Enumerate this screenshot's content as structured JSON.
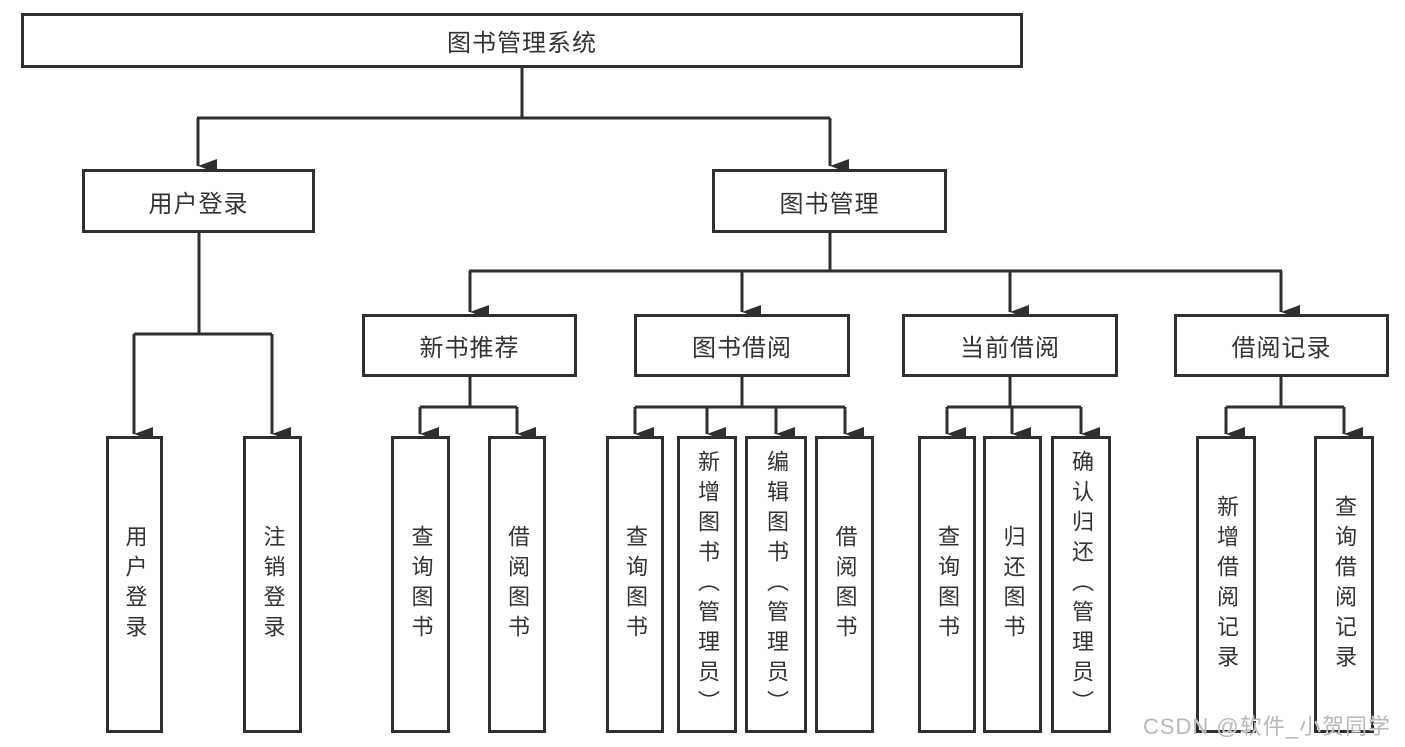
{
  "diagram": {
    "title": "图书管理系统",
    "branches": [
      {
        "label": "用户登录",
        "children": [
          "用户登录",
          "注销登录"
        ]
      },
      {
        "label": "图书管理",
        "sections": [
          {
            "label": "新书推荐",
            "children": [
              "查询图书",
              "借阅图书"
            ]
          },
          {
            "label": "图书借阅",
            "children": [
              "查询图书",
              "新增图书（管理员）",
              "编辑图书（管理员）",
              "借阅图书"
            ]
          },
          {
            "label": "当前借阅",
            "children": [
              "查询图书",
              "归还图书",
              "确认归还（管理员）"
            ]
          },
          {
            "label": "借阅记录",
            "children": [
              "新增借阅记录",
              "查询借阅记录"
            ]
          }
        ]
      }
    ]
  },
  "watermark": {
    "text": "CSDN @软件_小贺同学"
  },
  "colors": {
    "line": "#2f2f2f",
    "text": "#333333",
    "boxBackground": "#ffffff",
    "watermark": "#b8b8b8"
  }
}
